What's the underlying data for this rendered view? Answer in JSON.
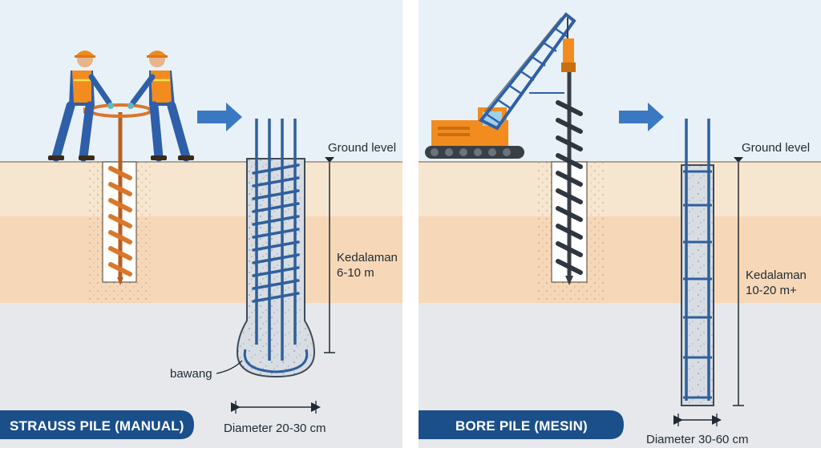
{
  "left_panel": {
    "banner": "STRAUSS PILE (MANUAL)",
    "ground_label": "Ground level",
    "depth_label": "Kedalaman",
    "depth_value": "6-10 m",
    "bulb_label": "bawang",
    "diameter_label": "Diameter 20-30 cm"
  },
  "right_panel": {
    "banner": "BORE PILE (MESIN)",
    "ground_label": "Ground level",
    "depth_label": "Kedalaman",
    "depth_value": "10-20 m+",
    "diameter_label": "Diameter 30-60 cm"
  },
  "colors": {
    "sky": "#e8f1f8",
    "soil_top": "#f7e6cf",
    "soil_mid": "#f6d8b8",
    "soil_deep": "#e6e8eb",
    "banner": "#1b4f8a",
    "arrow": "#3a78c2",
    "steel": "#2f5f9c",
    "auger": "#d9772a",
    "crane_yellow": "#f28c1e",
    "crane_blue": "#2e5fa8"
  },
  "icons": [
    "worker-icon",
    "hand-auger-icon",
    "crane-icon",
    "arrow-right-icon",
    "rebar-cage-icon",
    "concrete-pile-icon"
  ]
}
